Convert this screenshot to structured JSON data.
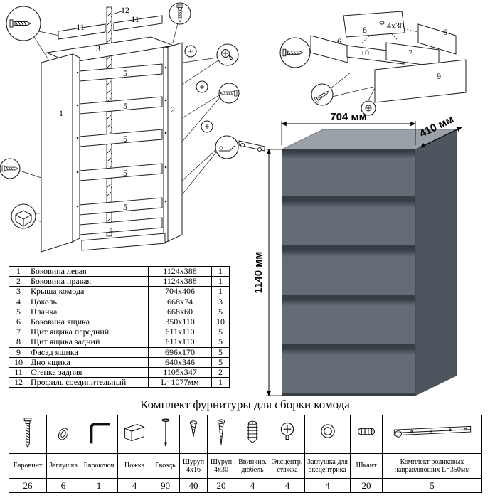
{
  "title": "Комплект фурнитуры для сборки комода",
  "dresser": {
    "width_label": "704 мм",
    "depth_label": "410 мм",
    "height_label": "1140 мм",
    "colors": {
      "top": "#9ba1a9",
      "side": "#4d555e",
      "drawer": "#646c76",
      "gap": "#363d45"
    }
  },
  "diagram_left": {
    "labels": {
      "l12": "12",
      "l11a": "11",
      "l11b": "11",
      "l3": "3",
      "l1": "1",
      "l2": "2",
      "l5a": "5",
      "l5b": "5",
      "l5c": "5",
      "l5d": "5",
      "l5e": "5",
      "l4": "4"
    }
  },
  "diagram_right": {
    "labels": {
      "l8": "8",
      "l4x30": "4х30",
      "l6a": "6",
      "l6b": "6",
      "l10": "10",
      "l7": "7",
      "l9": "9"
    }
  },
  "parts_table": {
    "rows": [
      {
        "num": "1",
        "name": "Боковина левая",
        "size": "1124x388",
        "qty": "1"
      },
      {
        "num": "2",
        "name": "Боковина правая",
        "size": "1124x388",
        "qty": "1"
      },
      {
        "num": "3",
        "name": "Крыша комода",
        "size": "704x406",
        "qty": "1"
      },
      {
        "num": "4",
        "name": "Цоколь",
        "size": "668x74",
        "qty": "3"
      },
      {
        "num": "5",
        "name": "Планка",
        "size": "668x60",
        "qty": "5"
      },
      {
        "num": "6",
        "name": "Боковина ящика",
        "size": "350x110",
        "qty": "10"
      },
      {
        "num": "7",
        "name": "Щит ящика передний",
        "size": "611x110",
        "qty": "5"
      },
      {
        "num": "8",
        "name": "Щит ящика задний",
        "size": "611x110",
        "qty": "5"
      },
      {
        "num": "9",
        "name": "Фасад ящика",
        "size": "696x170",
        "qty": "5"
      },
      {
        "num": "10",
        "name": "Дно ящика",
        "size": "640x346",
        "qty": "5"
      },
      {
        "num": "11",
        "name": "Стенка задняя",
        "size": "1105x347",
        "qty": "2"
      },
      {
        "num": "12",
        "name": "Профиль соединительный",
        "size": "L=1077мм",
        "qty": "1"
      }
    ]
  },
  "hardware_table": {
    "items": [
      {
        "name": "Евровинт",
        "qty": "26"
      },
      {
        "name": "Заглушка",
        "qty": "6"
      },
      {
        "name": "Евроключ",
        "qty": "1"
      },
      {
        "name": "Ножка",
        "qty": "4"
      },
      {
        "name": "Гвоздь",
        "qty": "90"
      },
      {
        "name": "Шуруп 4х16",
        "qty": "40"
      },
      {
        "name": "Шуруп 4х30",
        "qty": "20"
      },
      {
        "name": "Ввинчив. дюбель",
        "qty": "4"
      },
      {
        "name": "Эксцентр. стяжка",
        "qty": "4"
      },
      {
        "name": "Заглушка для эксцентрика",
        "qty": "4"
      },
      {
        "name": "Шкант",
        "qty": "20"
      },
      {
        "name": "Комплект роликовых направляющих L=350мм",
        "qty": "5"
      }
    ]
  }
}
